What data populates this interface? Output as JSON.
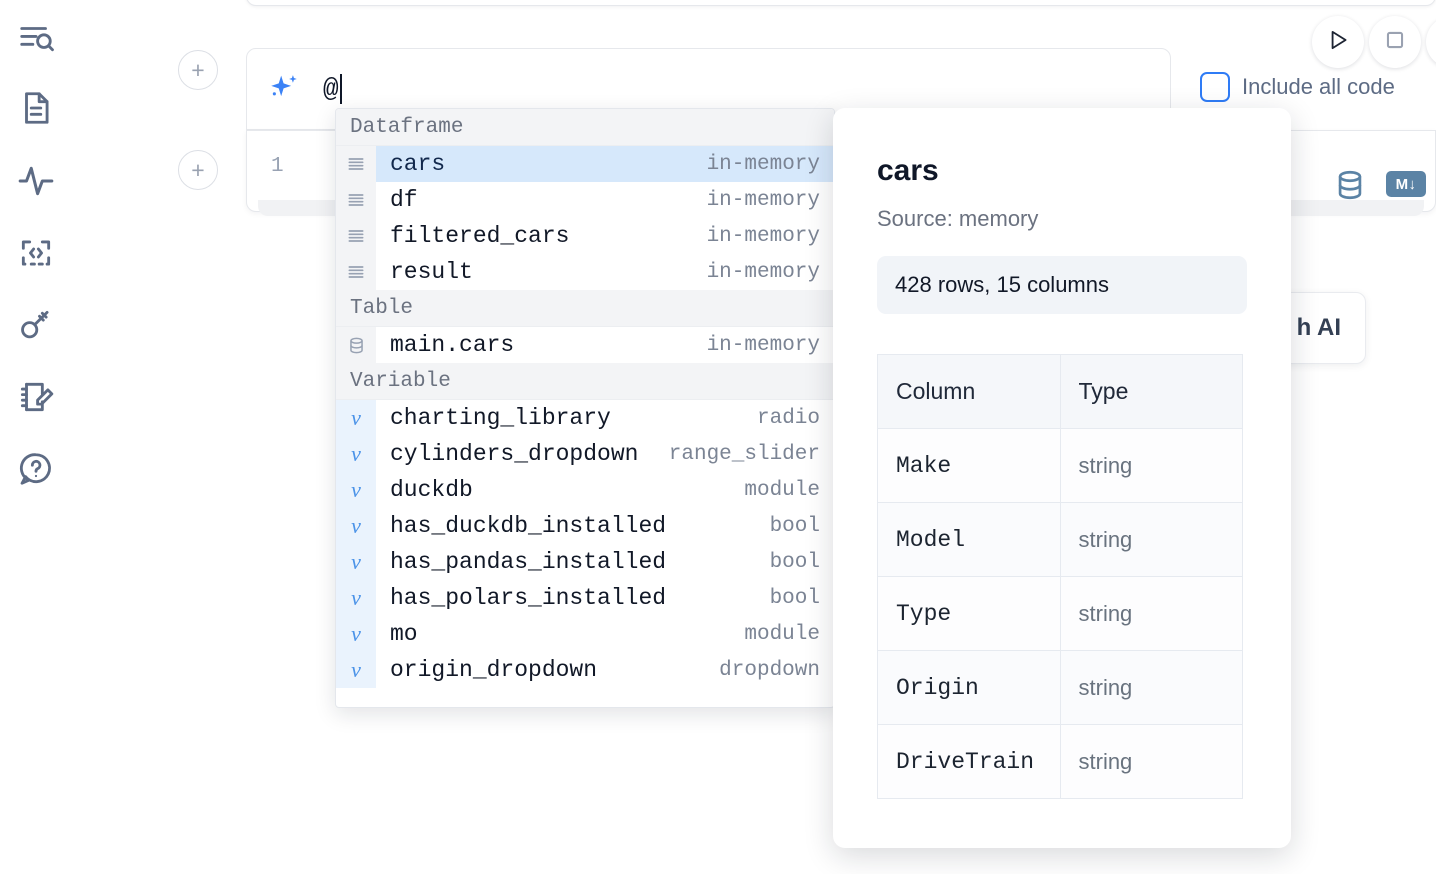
{
  "sidebar": {
    "items": [
      {
        "name": "file-search-icon",
        "label": "Explore files"
      },
      {
        "name": "document-icon",
        "label": "Notebook"
      },
      {
        "name": "activity-icon",
        "label": "Activity"
      },
      {
        "name": "code-embed-icon",
        "label": "Snippets"
      },
      {
        "name": "key-icon",
        "label": "Secrets"
      },
      {
        "name": "notebook-edit-icon",
        "label": "Scratchpad"
      },
      {
        "name": "help-chat-icon",
        "label": "Help"
      }
    ]
  },
  "toolbar": {
    "run_label": "Run",
    "stop_label": "Stop",
    "include_all_code_label": "Include all code",
    "include_all_code_checked": false,
    "add_cell_label": "+"
  },
  "prompt": {
    "value": "@",
    "placeholder": "",
    "icon": "sparkles-icon"
  },
  "cell": {
    "line_number": "1",
    "database_icon": "database-icon",
    "markdown_badge": "M↓"
  },
  "background_card": {
    "text": "h AI"
  },
  "autocomplete": {
    "groups": [
      {
        "label": "Dataframe",
        "icon": "dataframe-icon",
        "items": [
          {
            "name": "cars",
            "type": "in-memory",
            "selected": true
          },
          {
            "name": "df",
            "type": "in-memory",
            "selected": false
          },
          {
            "name": "filtered_cars",
            "type": "in-memory",
            "selected": false
          },
          {
            "name": "result",
            "type": "in-memory",
            "selected": false
          }
        ]
      },
      {
        "label": "Table",
        "icon": "table-icon",
        "items": [
          {
            "name": "main.cars",
            "type": "in-memory",
            "selected": false
          }
        ]
      },
      {
        "label": "Variable",
        "icon": "variable-icon",
        "items": [
          {
            "name": "charting_library",
            "type": "radio",
            "selected": false
          },
          {
            "name": "cylinders_dropdown",
            "type": "range_slider",
            "selected": false
          },
          {
            "name": "duckdb",
            "type": "module",
            "selected": false
          },
          {
            "name": "has_duckdb_installed",
            "type": "bool",
            "selected": false
          },
          {
            "name": "has_pandas_installed",
            "type": "bool",
            "selected": false
          },
          {
            "name": "has_polars_installed",
            "type": "bool",
            "selected": false
          },
          {
            "name": "mo",
            "type": "module",
            "selected": false
          },
          {
            "name": "origin_dropdown",
            "type": "dropdown",
            "selected": false
          }
        ]
      }
    ]
  },
  "detail": {
    "title": "cars",
    "source": "Source: memory",
    "shape": "428 rows, 15 columns",
    "table": {
      "headers": [
        "Column",
        "Type"
      ],
      "rows": [
        [
          "Make",
          "string"
        ],
        [
          "Model",
          "string"
        ],
        [
          "Type",
          "string"
        ],
        [
          "Origin",
          "string"
        ],
        [
          "DriveTrain",
          "string"
        ]
      ]
    }
  },
  "colors": {
    "accent_blue": "#3b82f6",
    "selection_blue": "#d6e8fb",
    "rail_icon": "#5d6b84",
    "badge_steel": "#5b83a5"
  }
}
